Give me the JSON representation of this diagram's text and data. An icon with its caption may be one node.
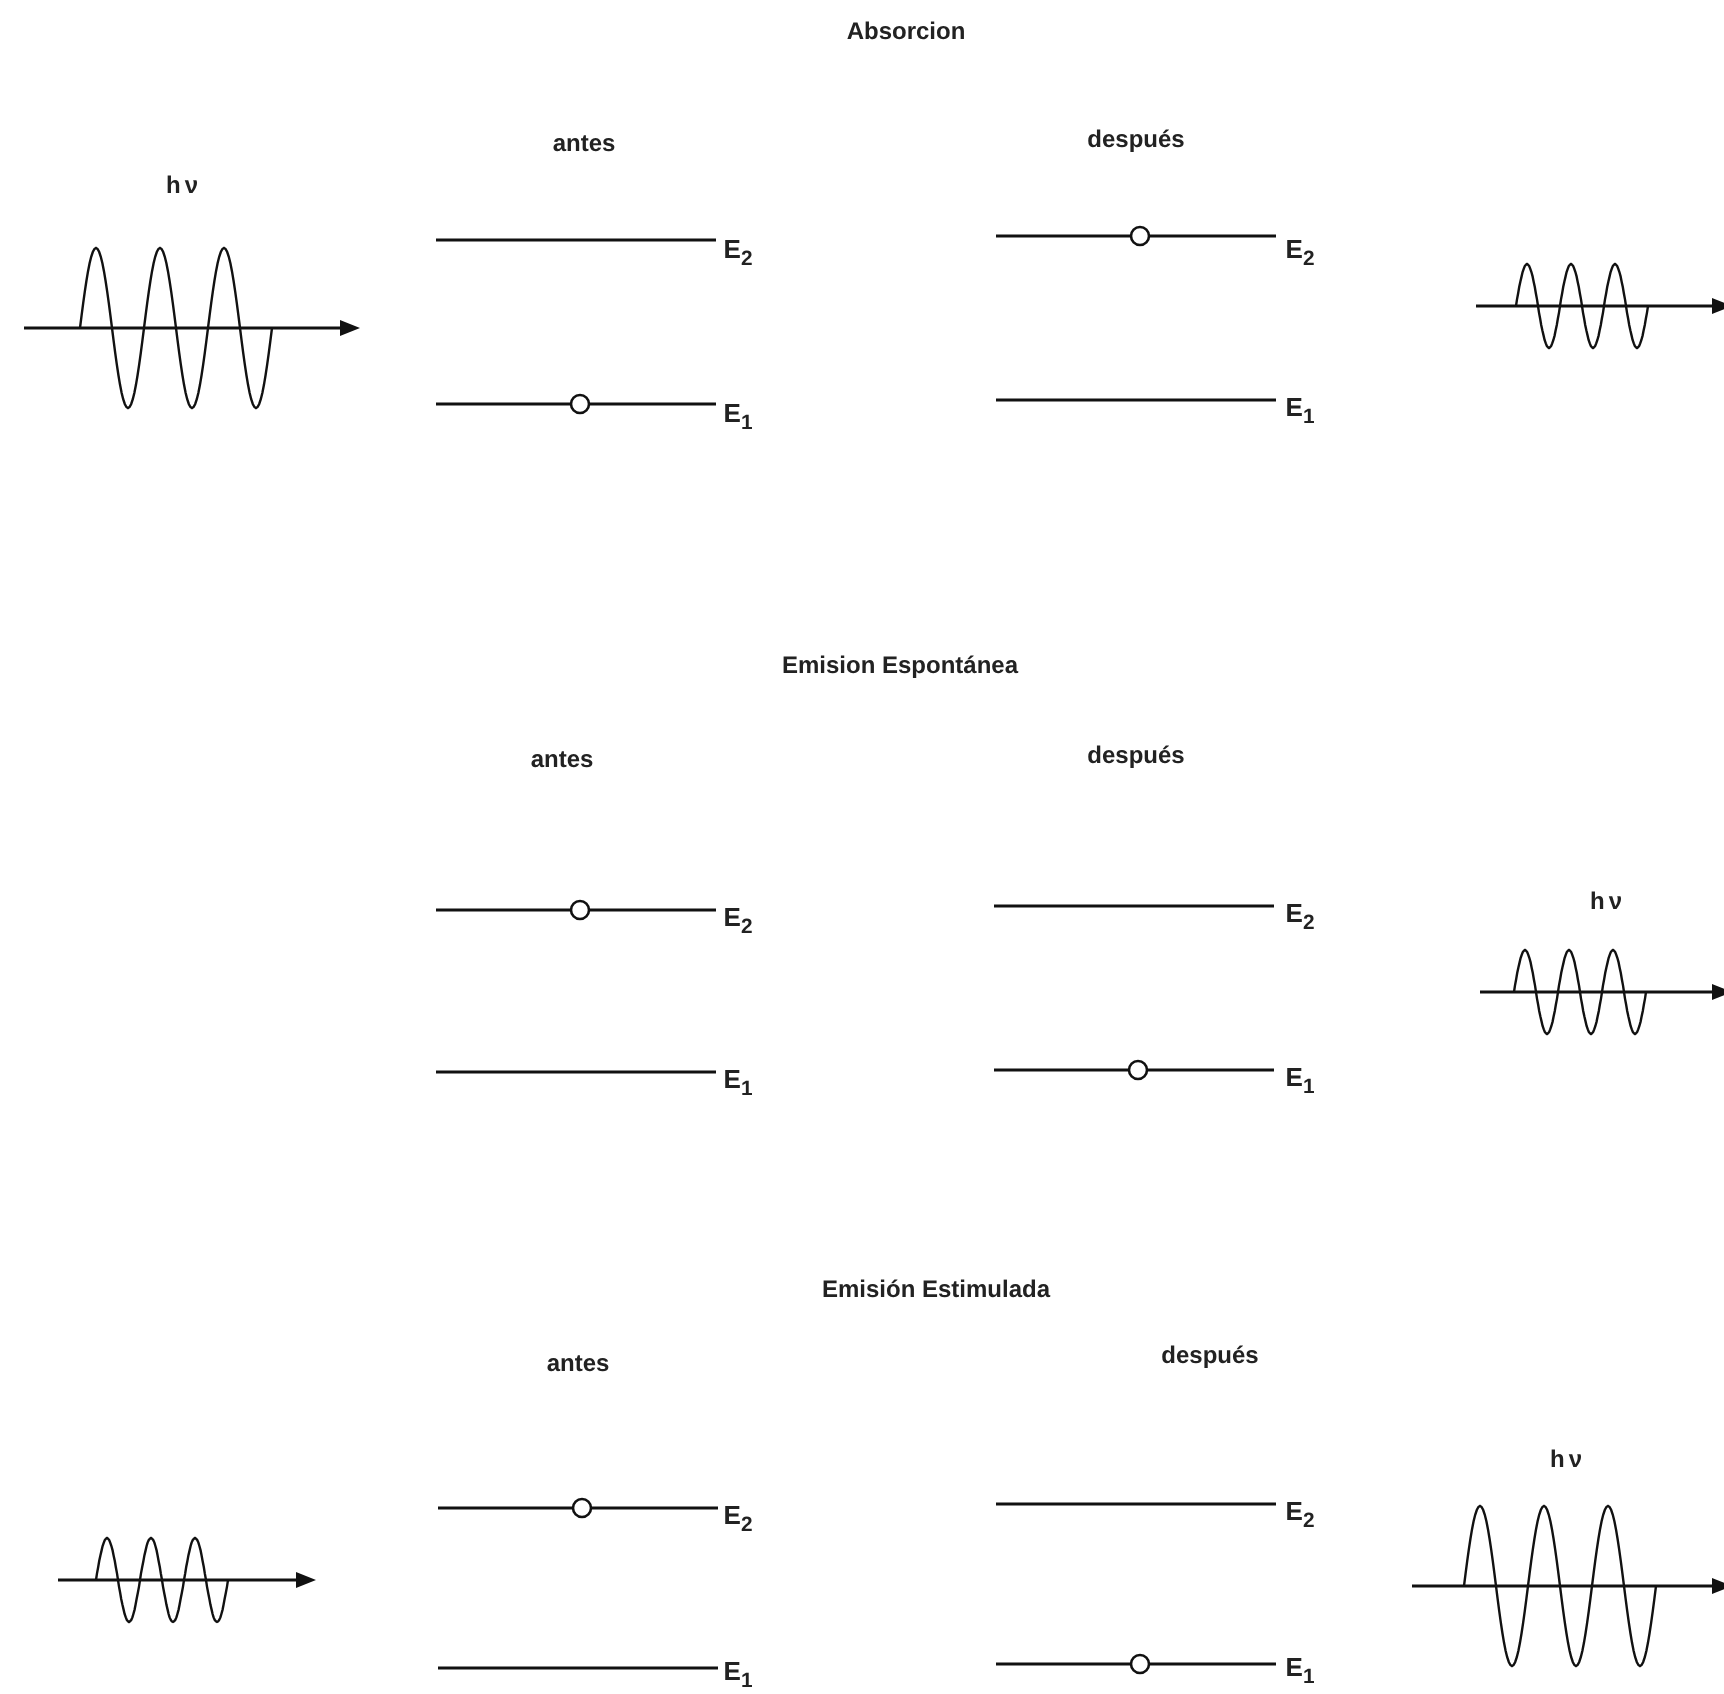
{
  "diagram": {
    "labels": [
      "Absorcion",
      "antes",
      "después",
      "hν",
      "E$_{2}$",
      "E$_{2}$",
      "E$_{1}$",
      "E$_{1}$",
      "Emision Espontánea",
      "antes",
      "después",
      "hν",
      "E$_{2}$",
      "E$_{2}$",
      "E$_{1}$",
      "E$_{1}$",
      "Emisión Estimulada",
      "antes",
      "después",
      "hν",
      "E$_{2}$",
      "E$_{2}$",
      "E$_{1}$",
      "E$_{1}$"
    ]
  }
}
